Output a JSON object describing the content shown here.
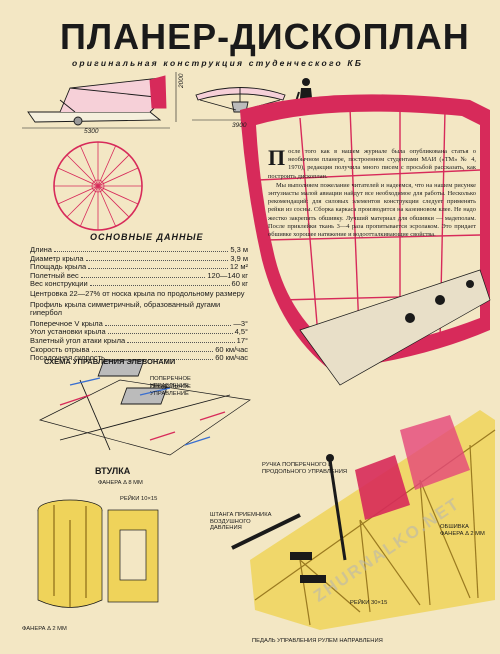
{
  "header": {
    "title": "ПЛАНЕР-ДИСКОПЛАН",
    "subtitle": "оригинальная конструкция студенческого КБ"
  },
  "dimensions": {
    "length": "5300",
    "height": "2000",
    "span": "3900"
  },
  "article": {
    "dropcap": "П",
    "paragraphs": [
      "осле того как в нашем журнале была опубликована статья о необычном планере, построенном студентами МАИ («ТМ» № 4, 1970), редакция получила много писем с просьбой рассказать, как построить дископлан.",
      "Мы выполняем пожелание читателей и надеемся, что на нашем рисунке энтузиасты малой авиации найдут все необходимое для работы. Несколько рекомендаций: для силовых элементов конструкции следует применять рейки из сосны. Сборка каркаса производится на казеиновом клее. Не надо жестко закрепить обшивку. Лучший материал для обшивки — мадеполам. После приклейки ткань 3—4 раза пропитывается эсролаком. Это придает обшивке хорошее натяжение и водоотталкивающие свойства."
    ]
  },
  "specs": {
    "heading": "ОСНОВНЫЕ ДАННЫЕ",
    "rows": [
      {
        "label": "Длина",
        "value": "5,3 м"
      },
      {
        "label": "Диаметр крыла",
        "value": "3,9 м"
      },
      {
        "label": "Площадь крыла",
        "value": "12 м²"
      },
      {
        "label": "Полетный вес",
        "value": "120—140 кг"
      },
      {
        "label": "Вес конструкции",
        "value": "60 кг"
      }
    ],
    "centering": "Центровка 22—27% от носка крыла по продольному размеру",
    "profile": "Профиль крыла симметричный, образованный дугами гипербол",
    "rows2": [
      {
        "label": "Поперечное V крыла",
        "value": "—3°"
      },
      {
        "label": "Угол установки крыла",
        "value": "4,5°"
      },
      {
        "label": "Взлетный угол атаки крыла",
        "value": "17°"
      },
      {
        "label": "Скорость отрыва",
        "value": "60 км/час"
      },
      {
        "label": "Посадочная скорость",
        "value": "60 км/час"
      }
    ]
  },
  "scheme": {
    "title": "СХЕМА УПРАВЛЕНИЯ ЭЛЕВОНАМИ",
    "lbl_lateral": "поперечное управление",
    "lbl_longitudinal": "продольное управление"
  },
  "bushing": {
    "title": "ВТУЛКА",
    "plywood1": "ФАНЕРА δ 8 мм",
    "rails": "РЕЙКИ 10×15",
    "plywood2": "ФАНЕРА δ 2 мм"
  },
  "callouts": {
    "stick": "РУЧКА ПОПЕРЕЧНОГО И ПРОДОЛЬНОГО УПРАВЛЕНИЯ",
    "pitot": "ШТАНГА ПРИЕМНИКА ВОЗДУШНОГО ДАВЛЕНИЯ",
    "skin": "ОБШИВКА ФАНЕРА δ 2 мм",
    "rails30": "РЕЙКИ 30×15",
    "pedal": "ПЕДАЛЬ УПРАВЛЕНИЯ РУЛЕМ НАПРАВЛЕНИЯ"
  },
  "watermark": "ZHURNALKO.NET",
  "colors": {
    "paper": "#f3e7c4",
    "red": "#d72a5a",
    "yellow": "#efd35a",
    "ink": "#1a1a1a"
  }
}
